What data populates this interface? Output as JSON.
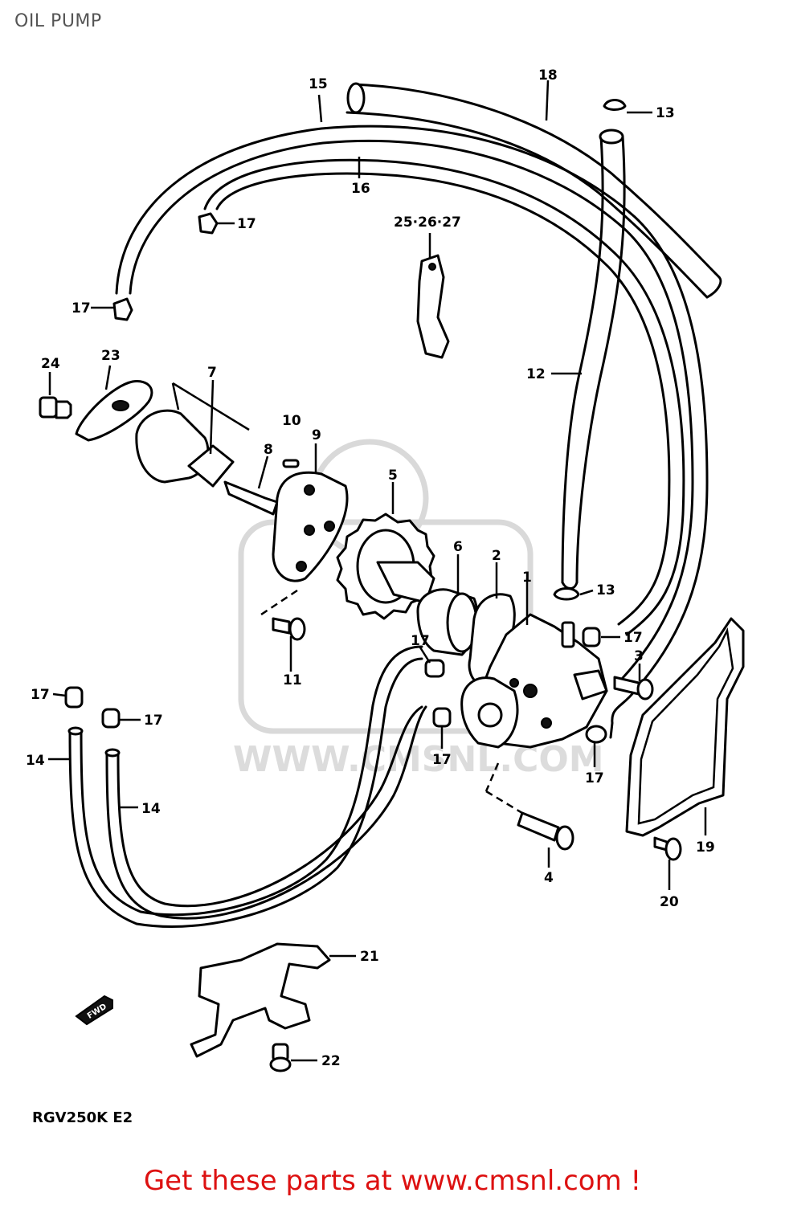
{
  "header": {
    "title": "OIL PUMP"
  },
  "footer": {
    "model_code": "RGV250K E2",
    "promo_text": "Get these parts at www.cmsnl.com !"
  },
  "watermark": {
    "text": "WWW.CMSNL.COM"
  },
  "fwd_label": "FWD",
  "callouts": {
    "c1": "1",
    "c2": "2",
    "c3": "3",
    "c4": "4",
    "c5": "5",
    "c6": "6",
    "c7": "7",
    "c8": "8",
    "c9": "9",
    "c10": "10",
    "c11": "11",
    "c12": "12",
    "c13a": "13",
    "c13b": "13",
    "c14a": "14",
    "c14b": "14",
    "c15": "15",
    "c16": "16",
    "c17a": "17",
    "c17b": "17",
    "c17c": "17",
    "c17d": "17",
    "c17e": "17",
    "c17f": "17",
    "c17g": "17",
    "c17h": "17",
    "c18": "18",
    "c19": "19",
    "c20": "20",
    "c21": "21",
    "c22": "22",
    "c23": "23",
    "c24": "24",
    "c25": "25·26·27"
  },
  "colors": {
    "promo": "#dd1111",
    "title": "#555555",
    "line_art": "#000000",
    "watermark": "#d9d9d9"
  }
}
